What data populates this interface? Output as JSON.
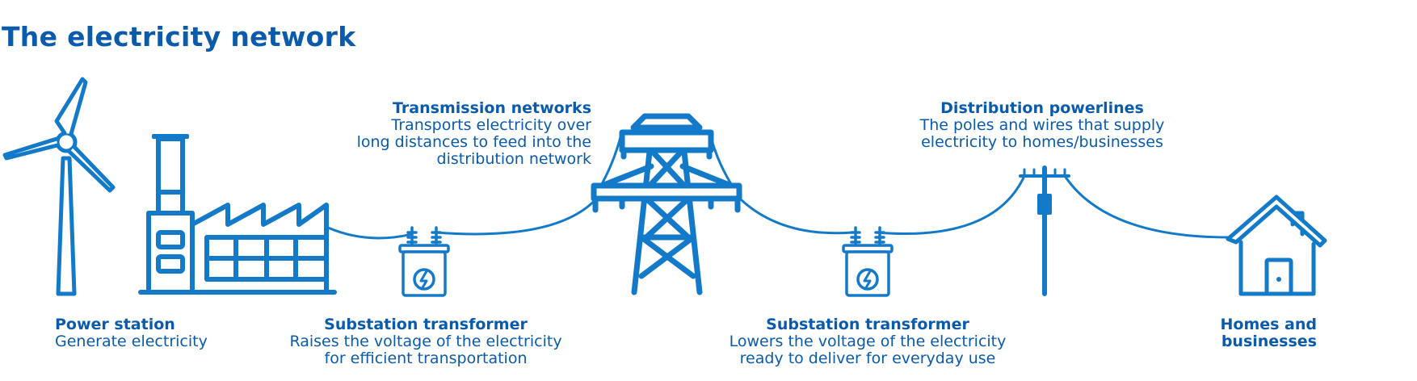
{
  "title": "The electricity network",
  "colors": {
    "heading": "#0a5bab",
    "icon": "#137ac9"
  },
  "icons": [
    "wind-turbine-icon",
    "factory-icon",
    "transformer-icon",
    "transmission-tower-icon",
    "utility-pole-icon",
    "house-icon"
  ],
  "power_station": {
    "heading": "Power station",
    "lines": [
      "Generate electricity"
    ]
  },
  "substation_step_up": {
    "heading": "Substation transformer",
    "lines": [
      "Raises the voltage of the electricity",
      "for efficient transportation"
    ]
  },
  "transmission": {
    "heading": "Transmission networks",
    "lines": [
      "Transports electricity over",
      "long distances to feed into the",
      "distribution network"
    ]
  },
  "substation_step_down": {
    "heading": "Substation transformer",
    "lines": [
      "Lowers the voltage of the electricity",
      "ready to deliver for everyday use"
    ]
  },
  "distribution": {
    "heading": "Distribution powerlines",
    "lines": [
      "The poles and wires that supply",
      "electricity to homes/businesses"
    ]
  },
  "homes": {
    "heading": "Homes and",
    "heading2": "businesses"
  }
}
